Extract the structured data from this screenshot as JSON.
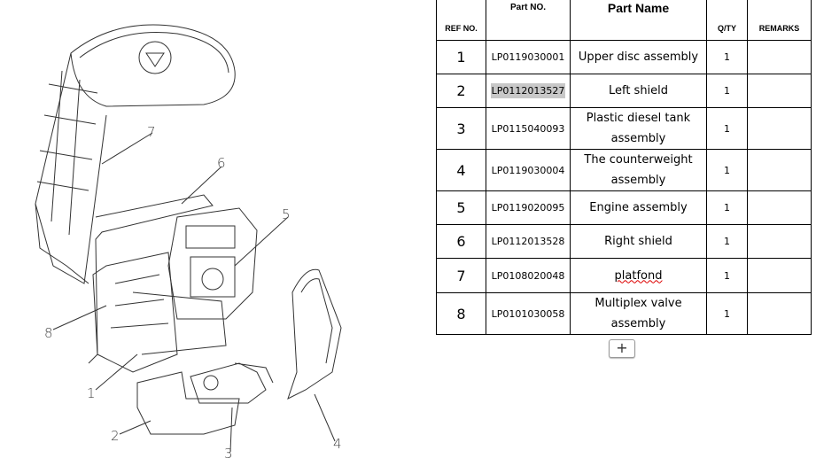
{
  "diagram": {
    "callouts": [
      "1",
      "2",
      "3",
      "4",
      "5",
      "6",
      "7",
      "8"
    ]
  },
  "table": {
    "headers": {
      "ref": "REF NO.",
      "part_no": "Part NO.",
      "part_name": "Part Name",
      "qty": "Q/TY",
      "remarks": "REMARKS"
    },
    "rows": [
      {
        "ref": "1",
        "part_no": "LP0119030001",
        "name": "Upper disc assembly",
        "qty": "1",
        "remarks": ""
      },
      {
        "ref": "2",
        "part_no": "LP0112013527",
        "name": "Left shield",
        "qty": "1",
        "remarks": ""
      },
      {
        "ref": "3",
        "part_no": "LP0115040093",
        "name": "Plastic diesel tank assembly",
        "qty": "1",
        "remarks": ""
      },
      {
        "ref": "4",
        "part_no": "LP0119030004",
        "name": "The counterweight assembly",
        "qty": "1",
        "remarks": ""
      },
      {
        "ref": "5",
        "part_no": "LP0119020095",
        "name": "Engine assembly",
        "qty": "1",
        "remarks": ""
      },
      {
        "ref": "6",
        "part_no": "LP0112013528",
        "name": "Right shield",
        "qty": "1",
        "remarks": ""
      },
      {
        "ref": "7",
        "part_no": "LP0108020048",
        "name": "platfond",
        "qty": "1",
        "remarks": ""
      },
      {
        "ref": "8",
        "part_no": "LP0101030058",
        "name": "Multiplex valve assembly",
        "qty": "1",
        "remarks": ""
      }
    ]
  },
  "add_row_label": "+"
}
